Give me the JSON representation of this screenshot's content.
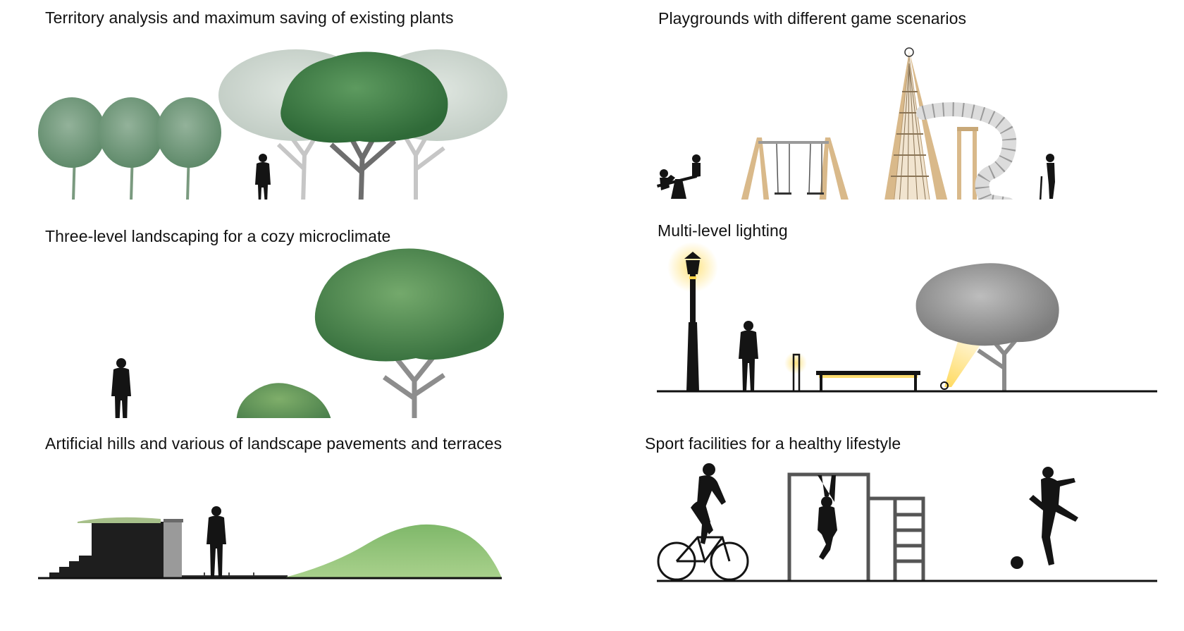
{
  "panels": [
    {
      "id": "plants",
      "title": "Territory analysis and maximum saving of existing plants"
    },
    {
      "id": "playgrounds",
      "title": "Playgrounds with different game scenarios"
    },
    {
      "id": "landscaping",
      "title": "Three-level landscaping for a cozy microclimate"
    },
    {
      "id": "lighting",
      "title": "Multi-level lighting"
    },
    {
      "id": "hills",
      "title": "Artificial hills and various of landscape pavements and terraces"
    },
    {
      "id": "sport",
      "title": "Sport facilities for a healthy lifestyle"
    }
  ],
  "colors": {
    "ground": "#111111",
    "silhouette": "#141414",
    "tree_green": "#4f8a55",
    "tree_sage": "#7f9f87",
    "tree_faded": "#cfd8d1",
    "grass": "#8fc06a",
    "trunk": "#8d8d8d",
    "wood": "#d9b98a",
    "glow": "#ffd54a",
    "bar_gray": "#555555"
  }
}
